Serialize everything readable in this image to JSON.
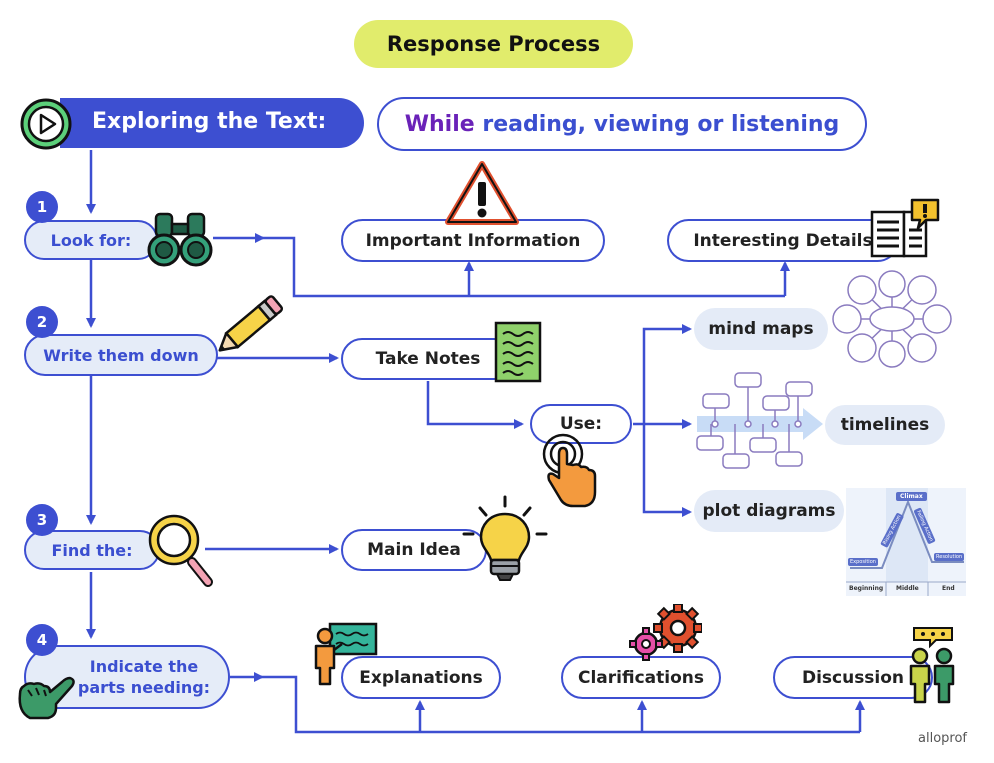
{
  "title": "Response Process",
  "header": {
    "label": "Exploring the Text:",
    "while_word": "While",
    "while_rest": "reading, viewing or listening"
  },
  "steps": [
    {
      "number": "1",
      "label": "Look for:"
    },
    {
      "number": "2",
      "label": "Write them down"
    },
    {
      "number": "3",
      "label": "Find the:"
    },
    {
      "number": "4",
      "label_line1": "Indicate the",
      "label_line2": "parts needing:"
    }
  ],
  "nodes": {
    "important_information": "Important Information",
    "interesting_details": "Interesting Details",
    "take_notes": "Take Notes",
    "use": "Use:",
    "mind_maps": "mind maps",
    "timelines": "timelines",
    "plot_diagrams": "plot diagrams",
    "main_idea": "Main Idea",
    "explanations": "Explanations",
    "clarifications": "Clarifications",
    "discussion": "Discussion"
  },
  "plot_diagram": {
    "climax": "Climax",
    "exposition": "Exposition",
    "rising_action": "Rising Action",
    "falling_action": "Falling Action",
    "resolution": "Resolution",
    "beginning": "Beginning",
    "middle": "Middle",
    "end": "End"
  },
  "brand": "alloprof",
  "colors": {
    "blue": "#3d4fd1",
    "title_bg": "#e1ec6c",
    "while_purple": "#6a22b8",
    "soft_fill": "#e4ebf7"
  }
}
